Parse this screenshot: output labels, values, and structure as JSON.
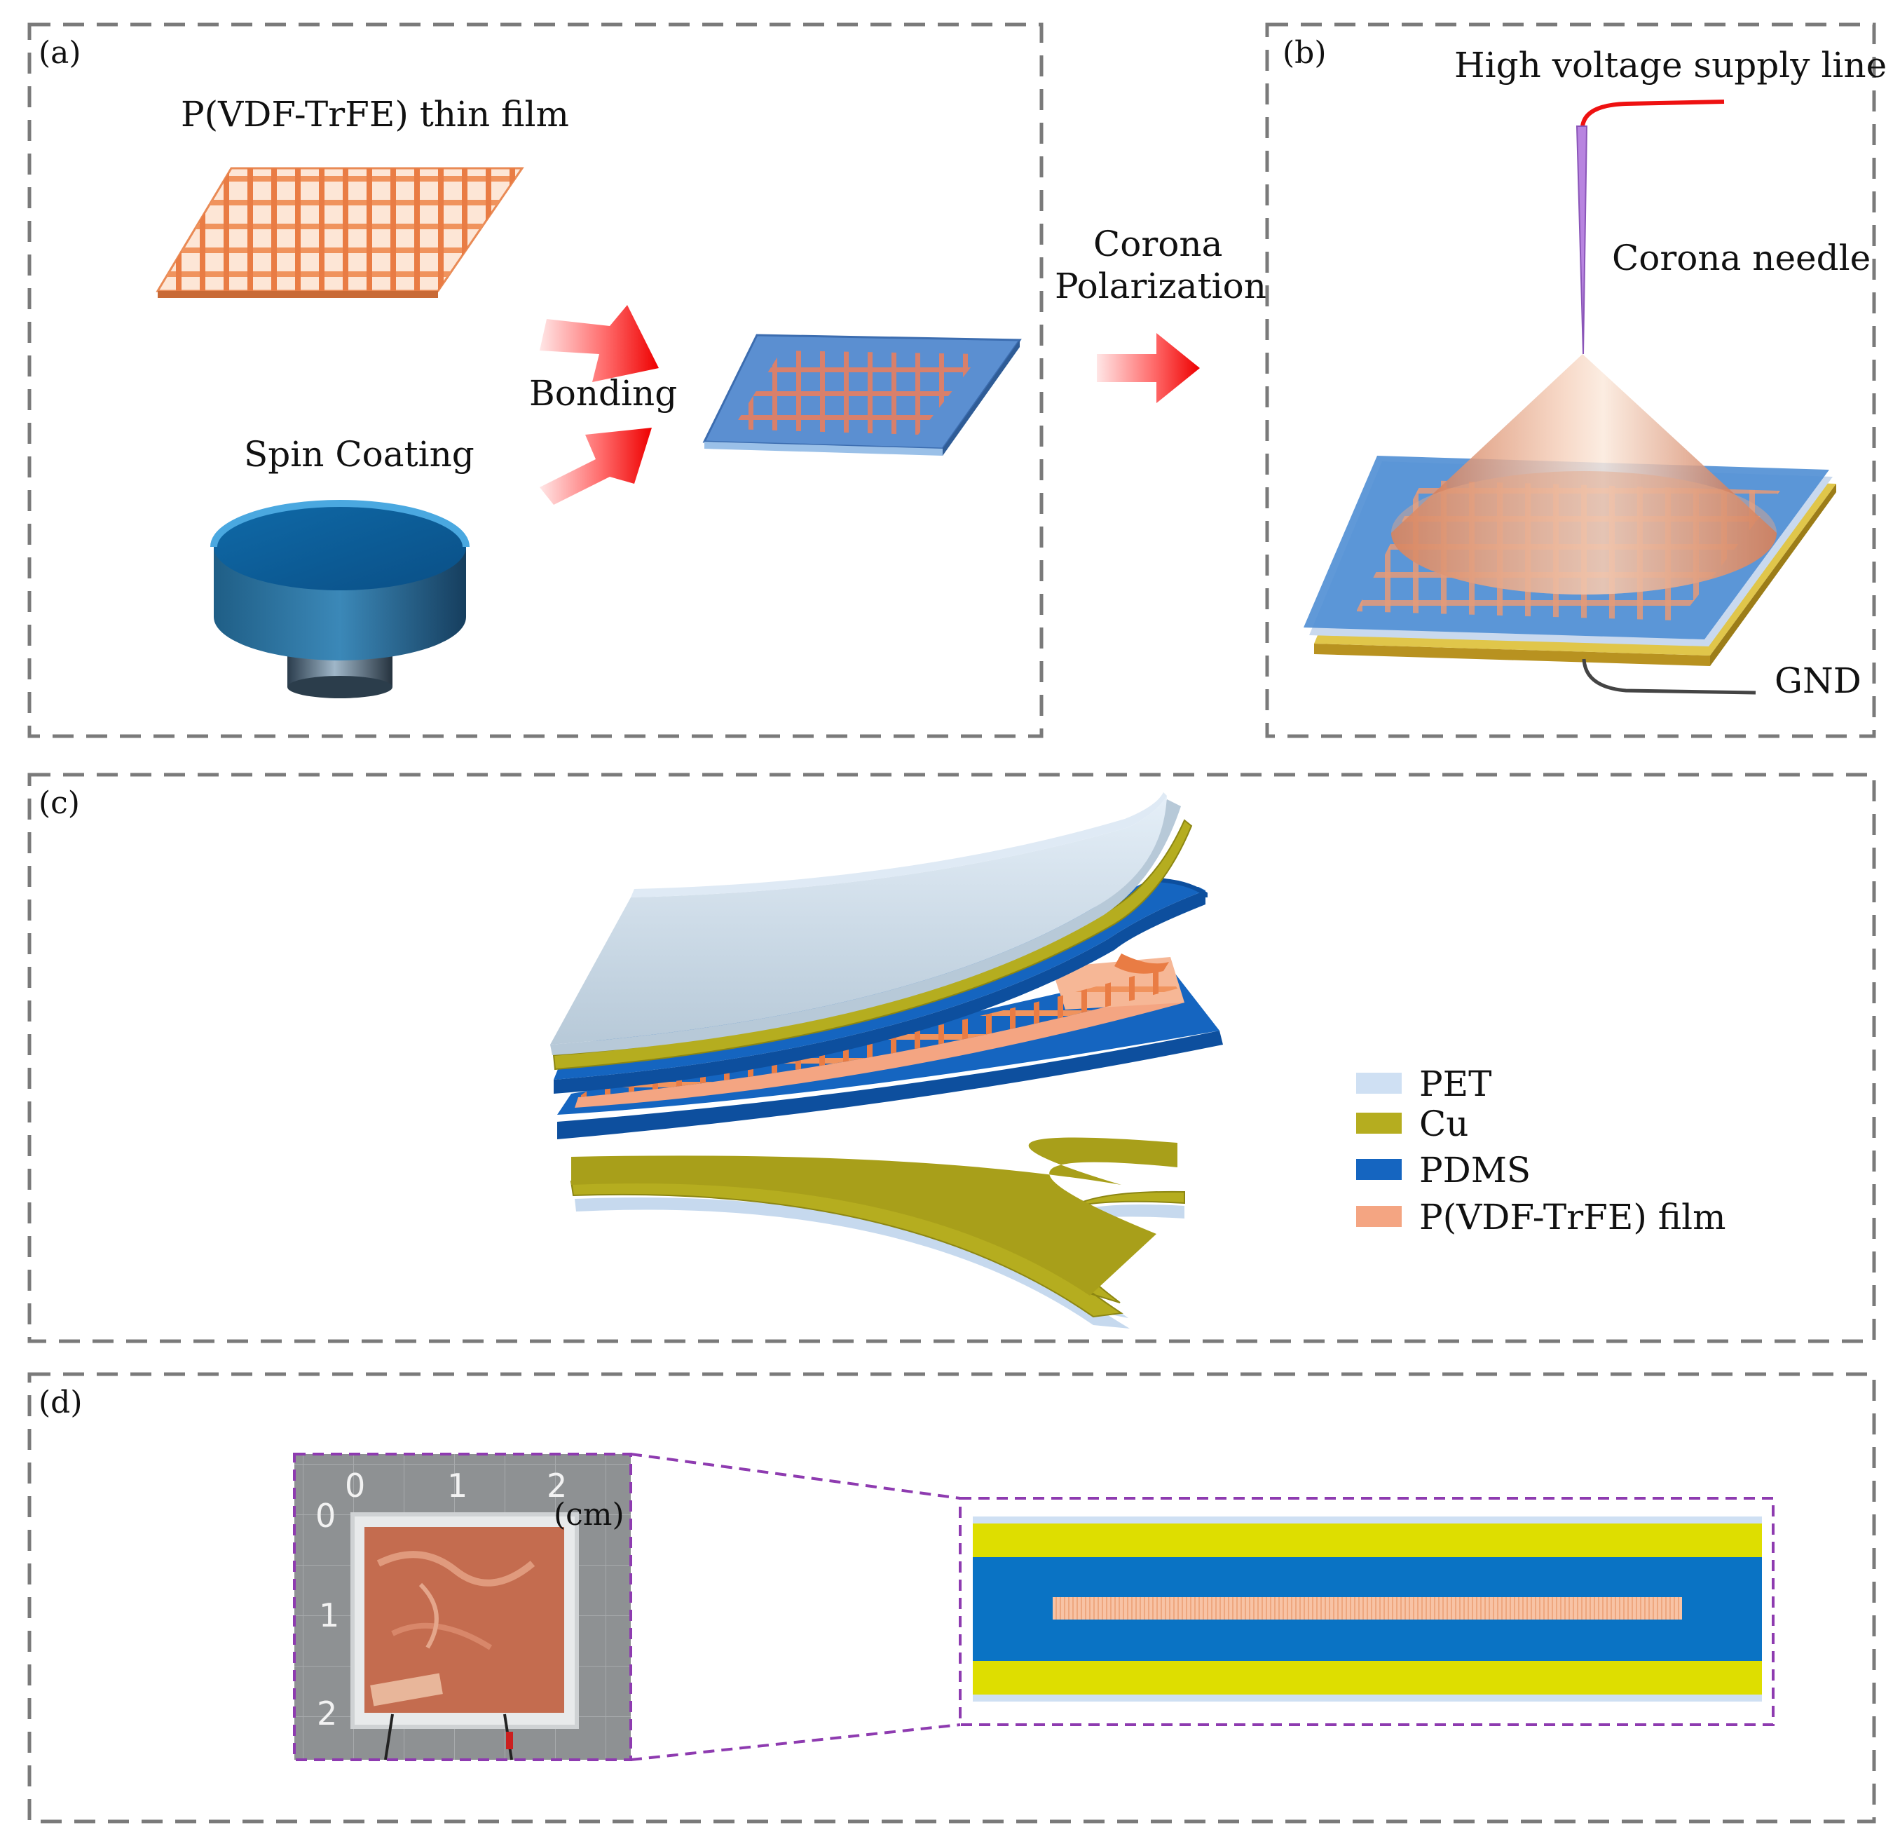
{
  "panels": {
    "a": {
      "label": "(a)",
      "film_label": "P(VDF-TrFE) thin film",
      "spin_label": "Spin Coating",
      "bonding_label": "Bonding"
    },
    "arrow_label": {
      "line1": "Corona",
      "line2": "Polarization"
    },
    "b": {
      "label": "(b)",
      "hv_label": "High voltage supply line",
      "needle_label": "Corona needle",
      "gnd_label": "GND"
    },
    "c": {
      "label": "(c)",
      "legend": [
        {
          "name": "PET",
          "color": "#cfe0f3"
        },
        {
          "name": "Cu",
          "color": "#b5ad1f"
        },
        {
          "name": "PDMS",
          "color": "#1565c0"
        },
        {
          "name": "P(VDF-TrFE) film",
          "color": "#f4a582"
        }
      ]
    },
    "d": {
      "label": "(d)",
      "ruler_x": [
        "0",
        "1",
        "2"
      ],
      "ruler_y": [
        "0",
        "1",
        "2"
      ],
      "unit": "(cm)",
      "cross_section_colors": {
        "pet": "#cfe0f3",
        "cu": "#dede00",
        "pdms": "#0a73c4",
        "film": "#f8bfa0"
      }
    }
  }
}
